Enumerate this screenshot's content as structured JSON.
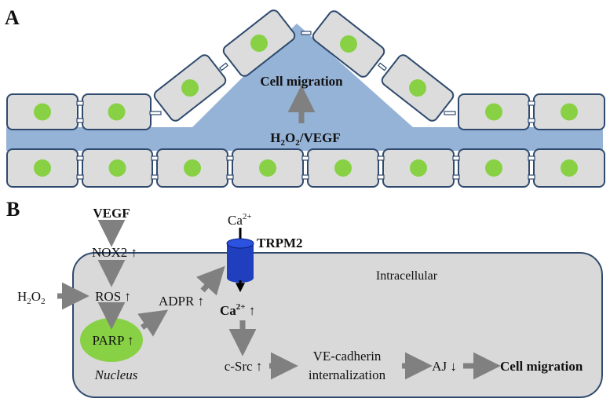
{
  "panel_a": {
    "label": "A",
    "migration_label": "Cell migration",
    "stimulus": {
      "main": "H",
      "sub": "2",
      "rest": "O",
      "sub2": "2",
      "tail": "/VEGF"
    }
  },
  "panel_b": {
    "label": "B",
    "vegf": "VEGF",
    "nox2": "NOX2 ↑",
    "h2o2": {
      "main": "H",
      "sub": "2",
      "rest": "O",
      "sub2": "2"
    },
    "ros": "ROS ↑",
    "parp": "PARP ↑",
    "nucleus": "Nucleus",
    "adpr": "ADPR ↑",
    "ca_in": {
      "main": "Ca",
      "sup": "2+"
    },
    "trpm2": "TRPM2",
    "intracellular": "Intracellular",
    "ca_up": {
      "main": "Ca",
      "sup": "2+",
      "tail": " ↑"
    },
    "csrc": "c-Src ↑",
    "ve_line1": "VE-cadherin",
    "ve_line2": "internalization",
    "aj": "AJ ↓",
    "migration": "Cell migration"
  },
  "colors": {
    "cell_fill": "#dcdcdc",
    "cell_stroke": "#2f4a6e",
    "nucleus": "#88d145",
    "matrix": "#95b3d7",
    "arrow": "#808080",
    "channel": "#1f3fbf",
    "cell_body": "#d9d9d9"
  }
}
